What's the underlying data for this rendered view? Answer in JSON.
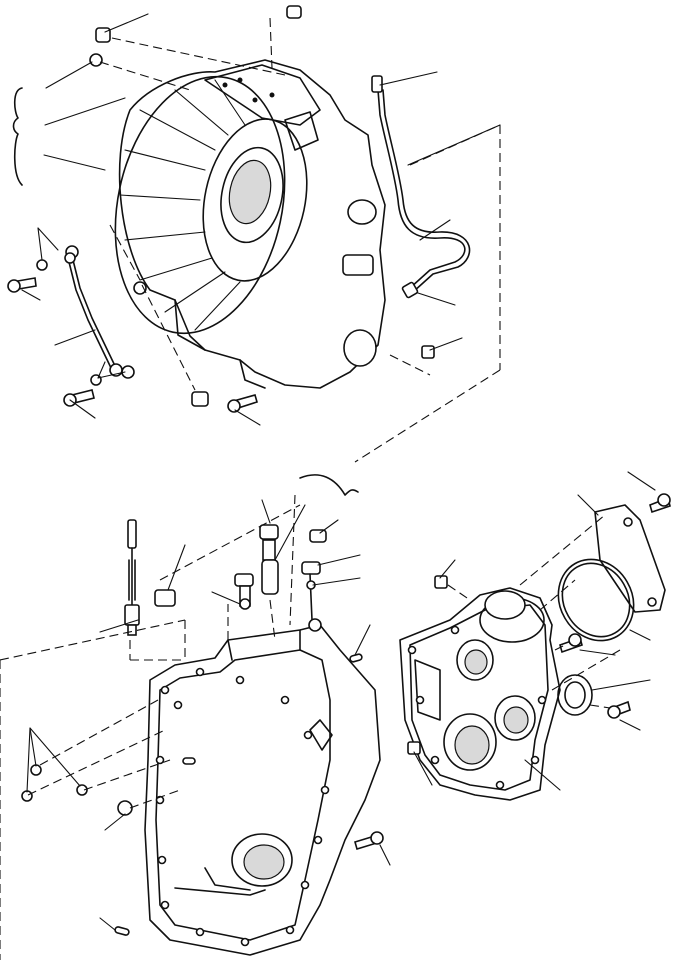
{
  "figure": {
    "kind": "exploded-parts-diagram",
    "description_visible_text": [],
    "colors": {
      "ink": "#111111",
      "background": "#ffffff"
    }
  },
  "assemblies": [
    {
      "id": "flywheel-housing",
      "callout_count": 14
    },
    {
      "id": "transmission-case",
      "callout_count": 16
    },
    {
      "id": "pump-adapter-housing",
      "callout_count": 11
    }
  ]
}
